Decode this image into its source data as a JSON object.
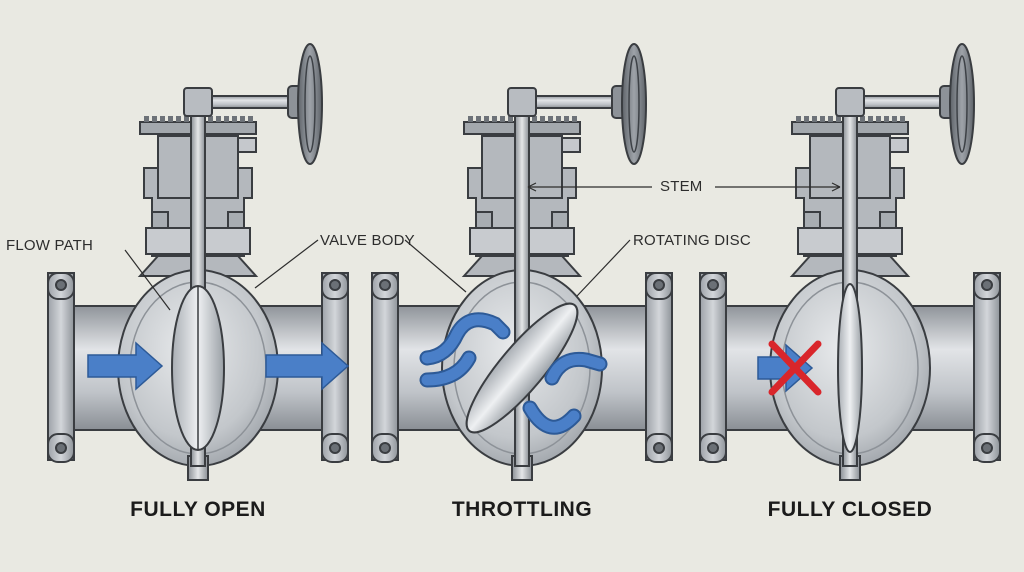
{
  "labels": {
    "flow_path": "FLOW PATH",
    "valve_body": "VALVE BODY",
    "rotating_disc": "ROTATING DISC",
    "stem": "STEM"
  },
  "valves": [
    {
      "caption": "FULLY OPEN",
      "state": "open"
    },
    {
      "caption": "THROTTLING",
      "state": "throttling"
    },
    {
      "caption": "FULLY CLOSED",
      "state": "closed"
    }
  ],
  "colors": {
    "background": "#e9e9e2",
    "metal": "#b4b8bd",
    "metal_dark": "#8d9298",
    "outline": "#3a3d41",
    "flow_arrow": "#4a7fc8",
    "blocked_mark": "#d9262b"
  },
  "icons": {
    "flow": "arrow-right-icon",
    "blocked": "x-mark-icon"
  }
}
